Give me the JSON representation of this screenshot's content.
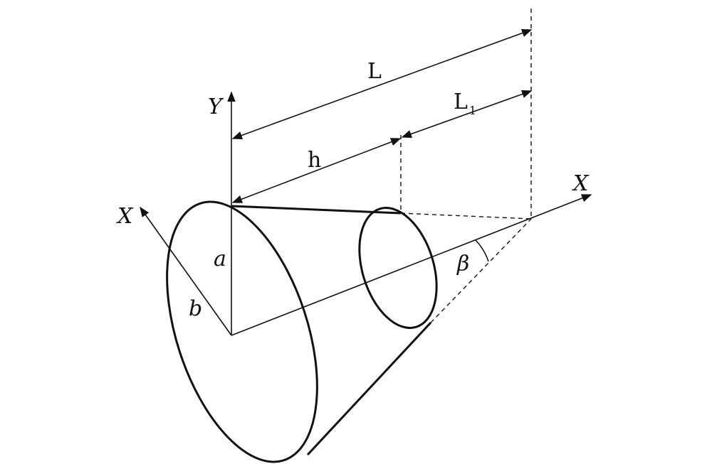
{
  "labels": {
    "L": "L",
    "L1_main": "L",
    "L1_sub": "1",
    "h": "h",
    "Y": "Y",
    "X_right": "X",
    "X_left": "X",
    "a": "a",
    "b": "b",
    "beta": "β"
  }
}
